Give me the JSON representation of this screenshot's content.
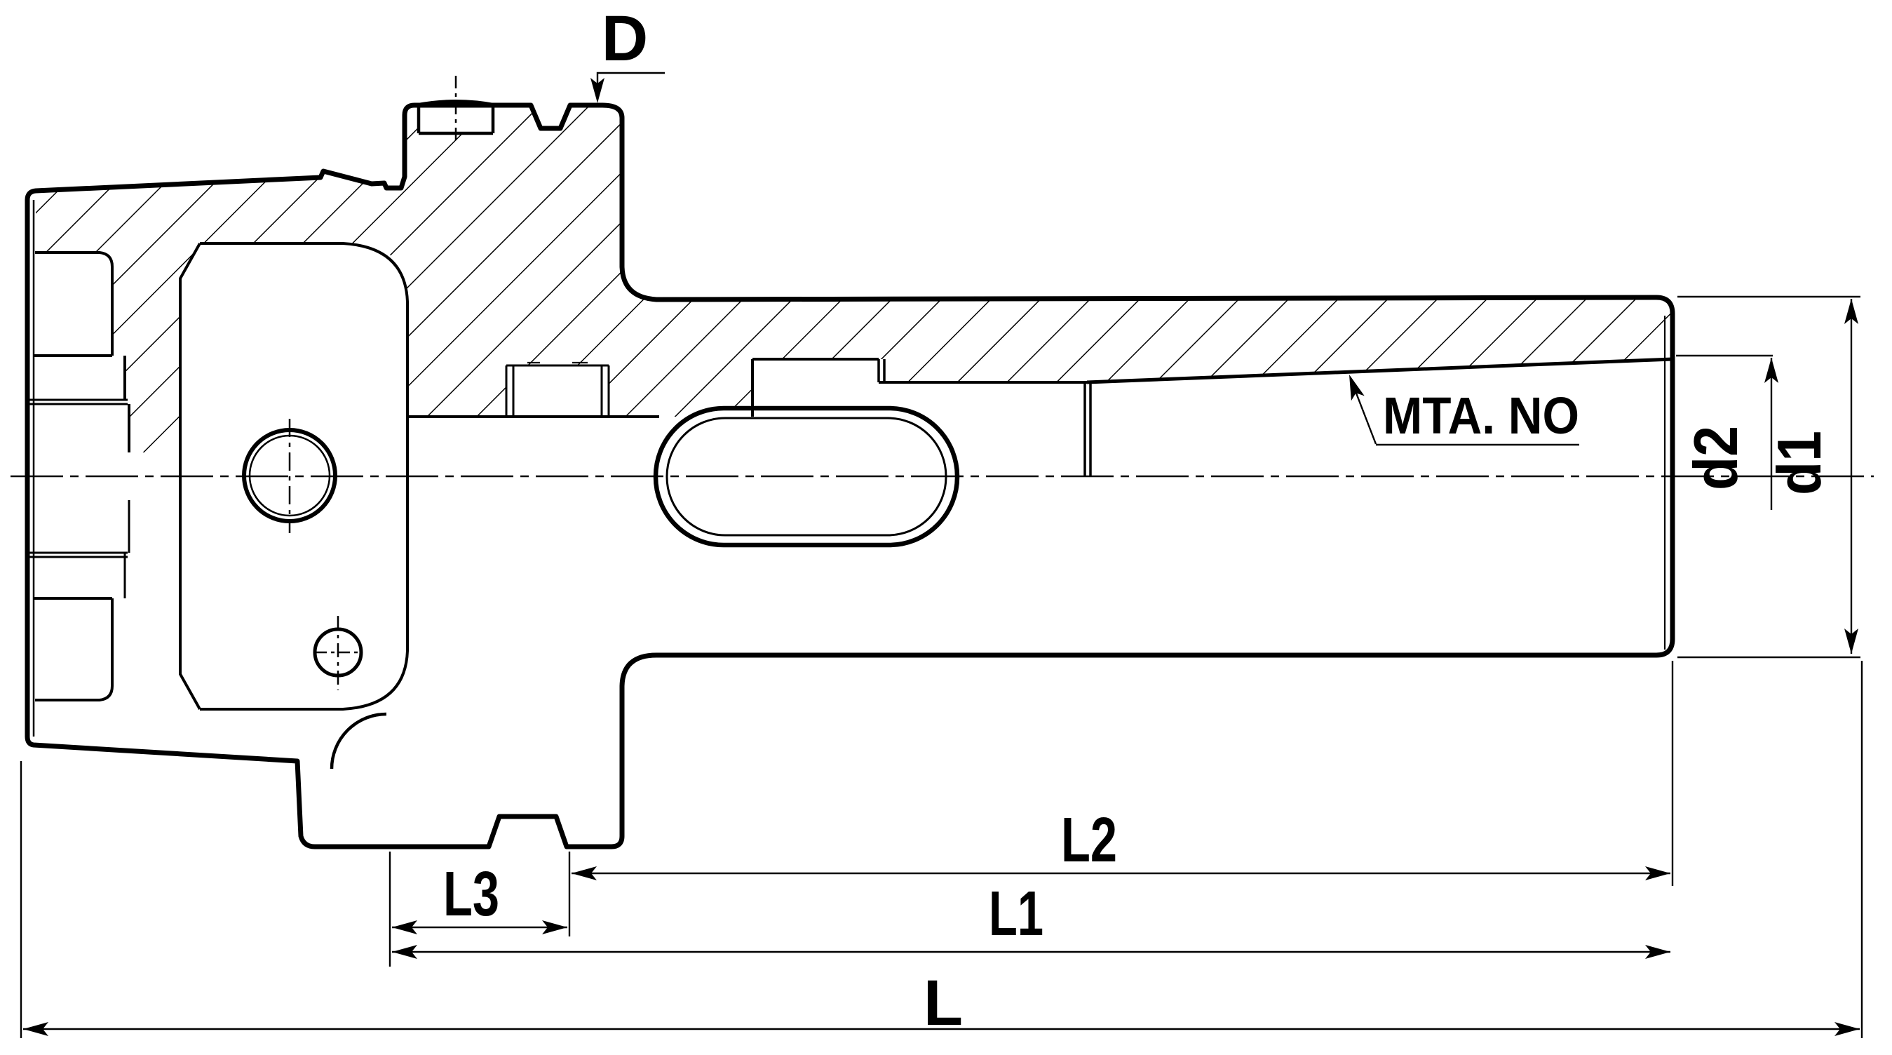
{
  "drawing": {
    "labels": {
      "flange_diameter": "D",
      "taper_designation": "MTA. NO",
      "pilot_diameter": "d2",
      "body_diameter": "d1",
      "length_l2": "L2",
      "length_l1": "L1",
      "length_l3": "L3",
      "overall_length": "L"
    },
    "colors": {
      "line": "#000000",
      "background": "#ffffff"
    }
  }
}
